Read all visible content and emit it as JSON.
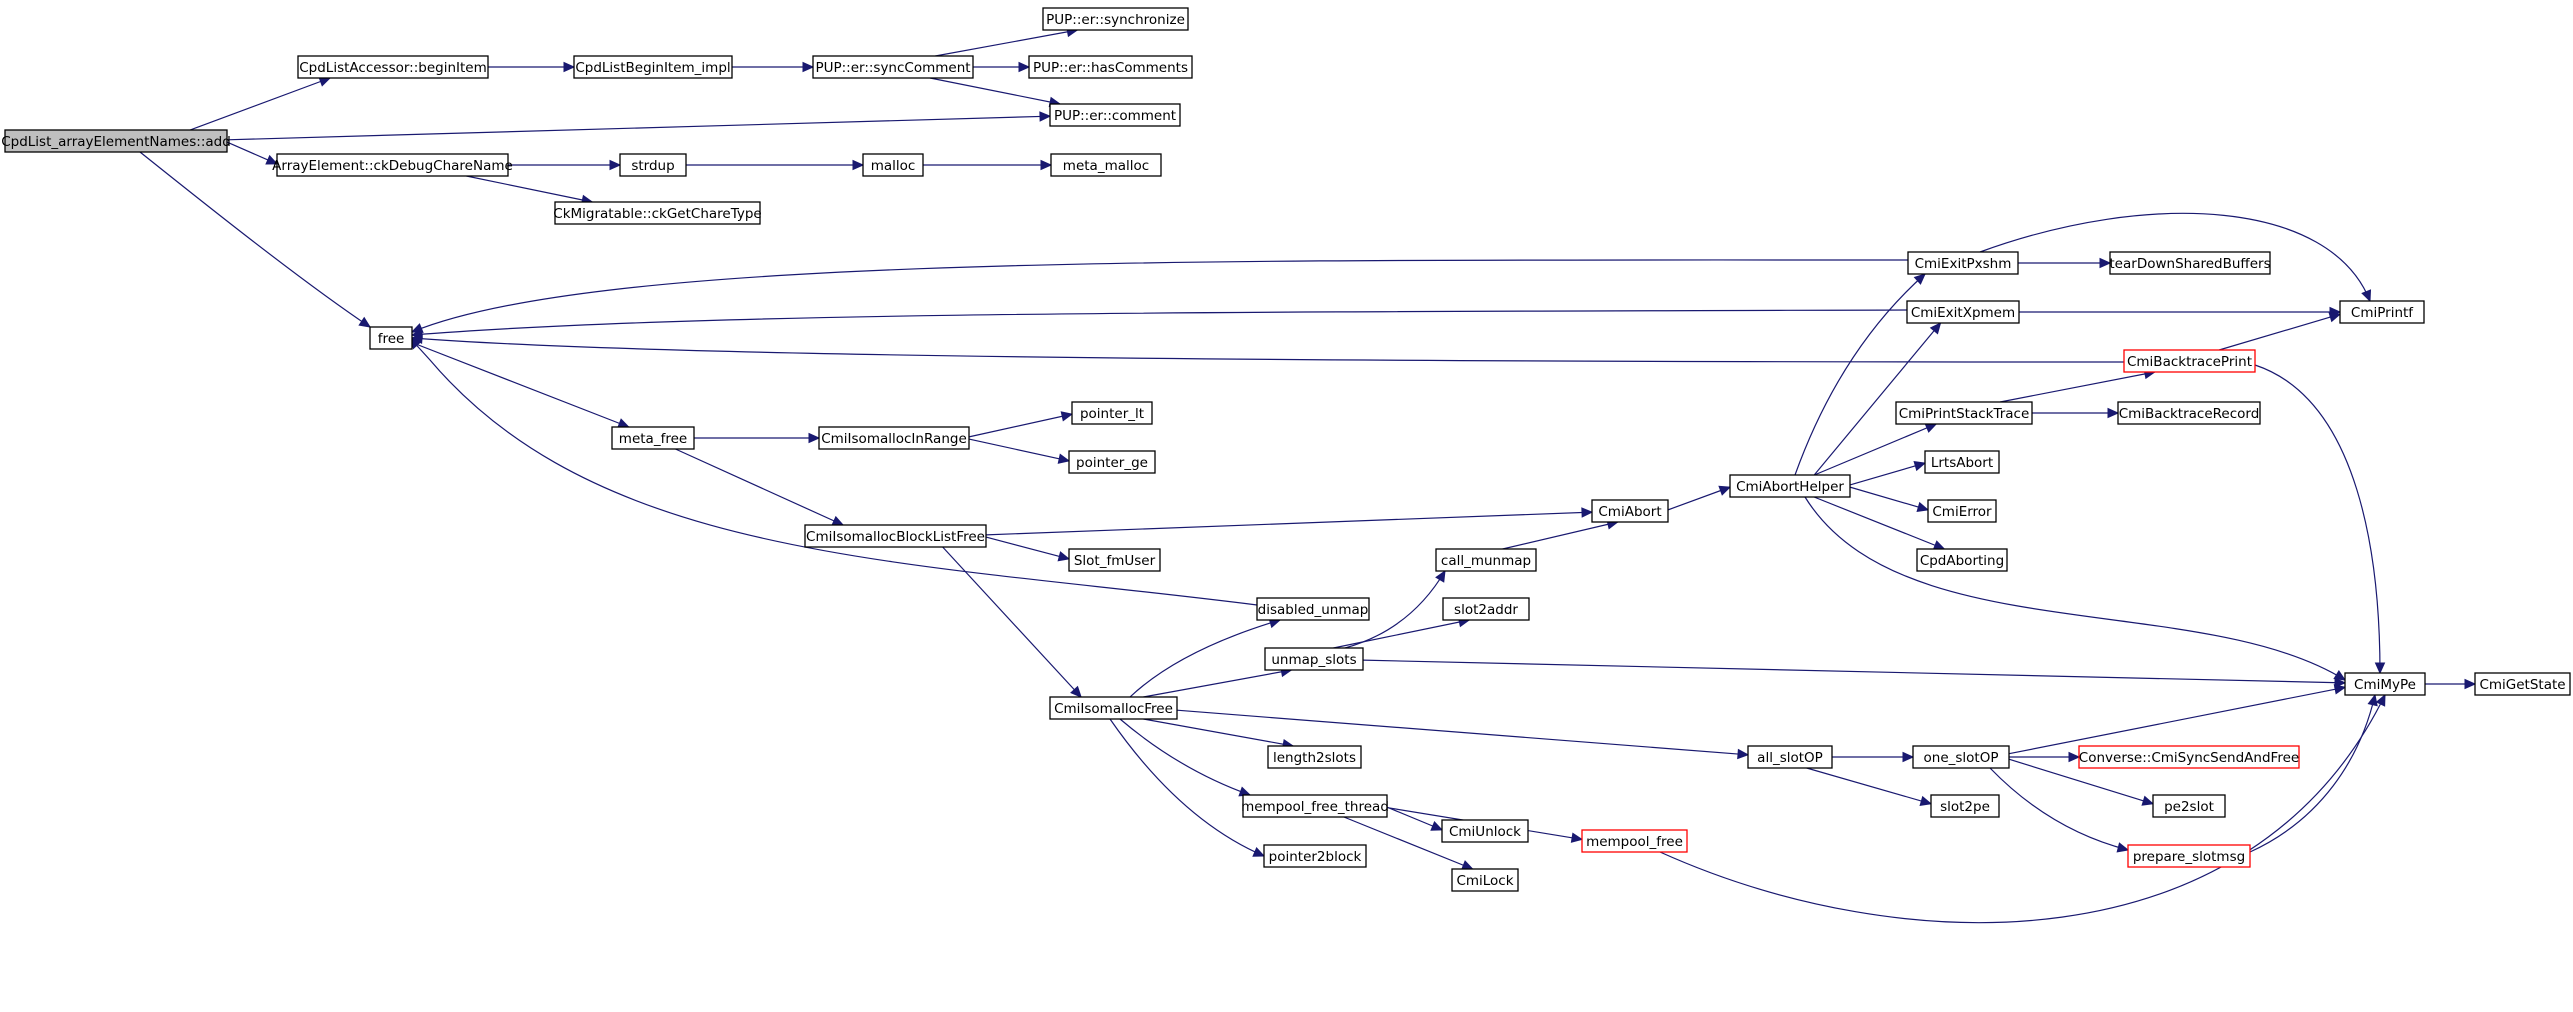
{
  "colors": {
    "edge": "#191970",
    "node_border": "#000000",
    "node_border_truncated": "#ff0000",
    "node_fill": "#ffffff",
    "root_fill": "#bfbfbf"
  },
  "nodes": [
    {
      "id": "n_add",
      "label": "CpdList_arrayElementNames::add",
      "root": true
    },
    {
      "id": "n_beginItem",
      "label": "CpdListAccessor::beginItem"
    },
    {
      "id": "n_beginItemImpl",
      "label": "CpdListBeginItem_impl"
    },
    {
      "id": "n_syncComment",
      "label": "PUP::er::syncComment"
    },
    {
      "id": "n_synchronize",
      "label": "PUP::er::synchronize"
    },
    {
      "id": "n_hasComments",
      "label": "PUP::er::hasComments"
    },
    {
      "id": "n_comment",
      "label": "PUP::er::comment"
    },
    {
      "id": "n_ckDebug",
      "label": "ArrayElement::ckDebugChareName"
    },
    {
      "id": "n_strdup",
      "label": "strdup"
    },
    {
      "id": "n_malloc",
      "label": "malloc"
    },
    {
      "id": "n_meta_malloc",
      "label": "meta_malloc"
    },
    {
      "id": "n_ckGetChareType",
      "label": "CkMigratable::ckGetChareType"
    },
    {
      "id": "n_free",
      "label": "free"
    },
    {
      "id": "n_meta_free",
      "label": "meta_free"
    },
    {
      "id": "n_inRange",
      "label": "CmiIsomallocInRange"
    },
    {
      "id": "n_pointer_lt",
      "label": "pointer_lt"
    },
    {
      "id": "n_pointer_ge",
      "label": "pointer_ge"
    },
    {
      "id": "n_blockListFree",
      "label": "CmiIsomallocBlockListFree"
    },
    {
      "id": "n_slot_fmUser",
      "label": "Slot_fmUser"
    },
    {
      "id": "n_isoFree",
      "label": "CmiIsomallocFree"
    },
    {
      "id": "n_disabled_unmap",
      "label": "disabled_unmap"
    },
    {
      "id": "n_unmap_slots",
      "label": "unmap_slots"
    },
    {
      "id": "n_call_munmap",
      "label": "call_munmap"
    },
    {
      "id": "n_slot2addr",
      "label": "slot2addr"
    },
    {
      "id": "n_length2slots",
      "label": "length2slots"
    },
    {
      "id": "n_mempool_free_thread",
      "label": "mempool_free_thread"
    },
    {
      "id": "n_pointer2block",
      "label": "pointer2block"
    },
    {
      "id": "n_cmiUnlock",
      "label": "CmiUnlock"
    },
    {
      "id": "n_cmiLock",
      "label": "CmiLock"
    },
    {
      "id": "n_mempool_free",
      "label": "mempool_free",
      "truncated": true
    },
    {
      "id": "n_cmiAbort",
      "label": "CmiAbort"
    },
    {
      "id": "n_abortHelper",
      "label": "CmiAbortHelper"
    },
    {
      "id": "n_exitPxshm",
      "label": "CmiExitPxshm"
    },
    {
      "id": "n_exitXpmem",
      "label": "CmiExitXpmem"
    },
    {
      "id": "n_tearDown",
      "label": "tearDownSharedBuffers"
    },
    {
      "id": "n_cmiPrintf",
      "label": "CmiPrintf"
    },
    {
      "id": "n_backtracePrint",
      "label": "CmiBacktracePrint",
      "truncated": true
    },
    {
      "id": "n_printStackTrace",
      "label": "CmiPrintStackTrace"
    },
    {
      "id": "n_backtraceRecord",
      "label": "CmiBacktraceRecord"
    },
    {
      "id": "n_lrtsAbort",
      "label": "LrtsAbort"
    },
    {
      "id": "n_cmiError",
      "label": "CmiError"
    },
    {
      "id": "n_cpdAborting",
      "label": "CpdAborting"
    },
    {
      "id": "n_cmiMyPe",
      "label": "CmiMyPe"
    },
    {
      "id": "n_cmiGetState",
      "label": "CmiGetState"
    },
    {
      "id": "n_all_slotOP",
      "label": "all_slotOP"
    },
    {
      "id": "n_one_slotOP",
      "label": "one_slotOP"
    },
    {
      "id": "n_slot2pe",
      "label": "slot2pe"
    },
    {
      "id": "n_syncSendAndFree",
      "label": "Converse::CmiSyncSendAndFree",
      "truncated": true
    },
    {
      "id": "n_pe2slot",
      "label": "pe2slot"
    },
    {
      "id": "n_prepare_slotmsg",
      "label": "prepare_slotmsg",
      "truncated": true
    }
  ],
  "edges": [
    [
      "n_add",
      "n_beginItem"
    ],
    [
      "n_add",
      "n_comment"
    ],
    [
      "n_add",
      "n_ckDebug"
    ],
    [
      "n_add",
      "n_free"
    ],
    [
      "n_beginItem",
      "n_beginItemImpl"
    ],
    [
      "n_beginItemImpl",
      "n_syncComment"
    ],
    [
      "n_syncComment",
      "n_synchronize"
    ],
    [
      "n_syncComment",
      "n_hasComments"
    ],
    [
      "n_syncComment",
      "n_comment"
    ],
    [
      "n_ckDebug",
      "n_strdup"
    ],
    [
      "n_ckDebug",
      "n_ckGetChareType"
    ],
    [
      "n_strdup",
      "n_malloc"
    ],
    [
      "n_malloc",
      "n_meta_malloc"
    ],
    [
      "n_free",
      "n_meta_free"
    ],
    [
      "n_meta_free",
      "n_inRange"
    ],
    [
      "n_meta_free",
      "n_blockListFree"
    ],
    [
      "n_inRange",
      "n_pointer_lt"
    ],
    [
      "n_inRange",
      "n_pointer_ge"
    ],
    [
      "n_blockListFree",
      "n_cmiAbort"
    ],
    [
      "n_blockListFree",
      "n_slot_fmUser"
    ],
    [
      "n_blockListFree",
      "n_isoFree"
    ],
    [
      "n_isoFree",
      "n_disabled_unmap"
    ],
    [
      "n_isoFree",
      "n_unmap_slots"
    ],
    [
      "n_isoFree",
      "n_length2slots"
    ],
    [
      "n_isoFree",
      "n_mempool_free_thread"
    ],
    [
      "n_isoFree",
      "n_pointer2block"
    ],
    [
      "n_isoFree",
      "n_all_slotOP"
    ],
    [
      "n_disabled_unmap",
      "n_free"
    ],
    [
      "n_unmap_slots",
      "n_call_munmap"
    ],
    [
      "n_unmap_slots",
      "n_slot2addr"
    ],
    [
      "n_unmap_slots",
      "n_cmiMyPe"
    ],
    [
      "n_call_munmap",
      "n_cmiAbort"
    ],
    [
      "n_mempool_free_thread",
      "n_cmiUnlock"
    ],
    [
      "n_mempool_free_thread",
      "n_cmiLock"
    ],
    [
      "n_mempool_free_thread",
      "n_mempool_free"
    ],
    [
      "n_mempool_free",
      "n_cmiMyPe"
    ],
    [
      "n_cmiAbort",
      "n_abortHelper"
    ],
    [
      "n_abortHelper",
      "n_exitPxshm"
    ],
    [
      "n_abortHelper",
      "n_exitXpmem"
    ],
    [
      "n_abortHelper",
      "n_printStackTrace"
    ],
    [
      "n_abortHelper",
      "n_lrtsAbort"
    ],
    [
      "n_abortHelper",
      "n_cmiError"
    ],
    [
      "n_abortHelper",
      "n_cpdAborting"
    ],
    [
      "n_abortHelper",
      "n_cmiMyPe"
    ],
    [
      "n_exitPxshm",
      "n_tearDown"
    ],
    [
      "n_exitPxshm",
      "n_cmiPrintf"
    ],
    [
      "n_exitPxshm",
      "n_free"
    ],
    [
      "n_exitXpmem",
      "n_cmiPrintf"
    ],
    [
      "n_exitXpmem",
      "n_free"
    ],
    [
      "n_backtracePrint",
      "n_free"
    ],
    [
      "n_backtracePrint",
      "n_cmiPrintf"
    ],
    [
      "n_backtracePrint",
      "n_cmiMyPe"
    ],
    [
      "n_printStackTrace",
      "n_backtracePrint"
    ],
    [
      "n_printStackTrace",
      "n_backtraceRecord"
    ],
    [
      "n_cmiMyPe",
      "n_cmiGetState"
    ],
    [
      "n_all_slotOP",
      "n_one_slotOP"
    ],
    [
      "n_all_slotOP",
      "n_slot2pe"
    ],
    [
      "n_one_slotOP",
      "n_cmiMyPe"
    ],
    [
      "n_one_slotOP",
      "n_syncSendAndFree"
    ],
    [
      "n_one_slotOP",
      "n_pe2slot"
    ],
    [
      "n_one_slotOP",
      "n_prepare_slotmsg"
    ],
    [
      "n_prepare_slotmsg",
      "n_cmiMyPe"
    ]
  ]
}
